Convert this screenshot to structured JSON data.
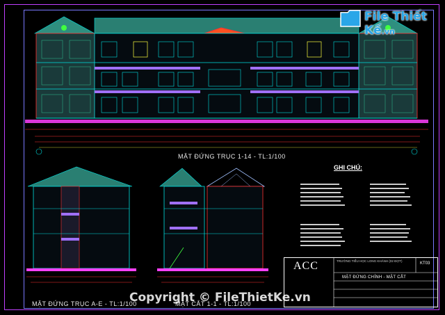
{
  "logo": {
    "brand": "File Thiết Kế",
    "tld": ".vn"
  },
  "elevation_main": {
    "caption": "MẶT ĐỨNG TRỤC 1-14 - TL:1/100"
  },
  "elevation_side": {
    "caption": "MẶT ĐỨNG TRỤC A-E - TL:1/100"
  },
  "section": {
    "caption": "MẶT CẮT 1-1 - TL:1/100"
  },
  "notes": {
    "title": "GHI CHÚ:"
  },
  "title_block": {
    "firm": "ACC",
    "project": "TRƯỜNG TIỂU HỌC LONG KHÁNH (02 ĐỢT)",
    "sheet_title": "MẶT ĐỨNG CHÍNH - MẶT CẮT",
    "sheet_code": "KT03"
  },
  "watermark": {
    "text": "Copyright © FileThietKe.vn"
  },
  "colors": {
    "background": "#000000",
    "frame": "#c040ff",
    "line_cyan": "#00e0e0",
    "line_red": "#ff3030",
    "accent_blue": "#2aa6e8"
  }
}
